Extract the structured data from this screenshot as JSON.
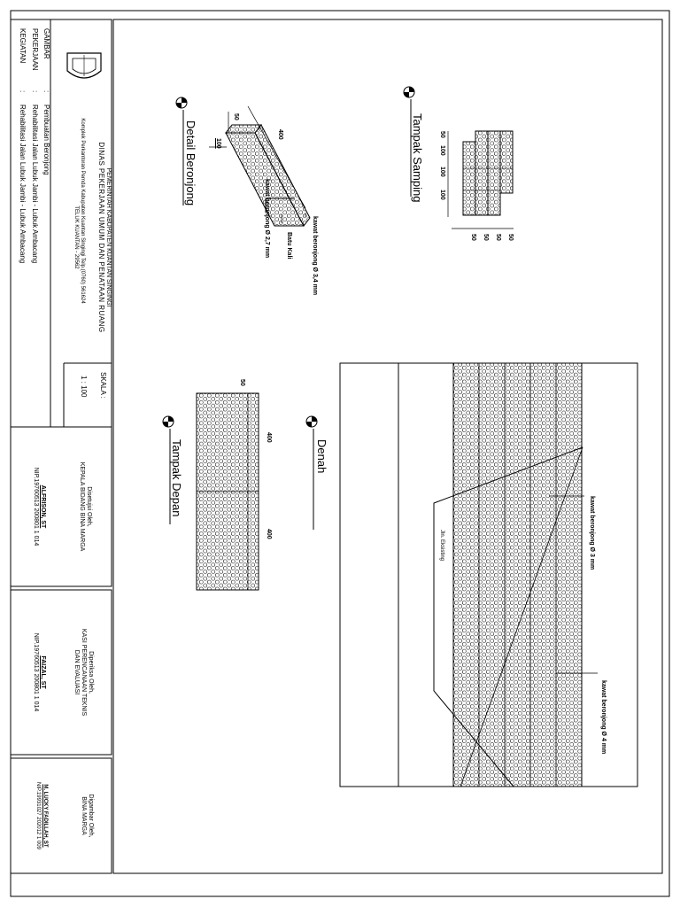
{
  "title_block": {
    "org_line1": "PEMERINTAH KABUPATEN KUANTAN SINGINGI",
    "org_line2": "DINAS PEKERJAAN UMUM DAN PENATAAN RUANG",
    "org_line3": "Komplek Perkantoran Pemda Kabupaten Kuantan Singingi Telp.(0760) 561624",
    "org_line4": "TELUK KUANTAN - 29562",
    "rows": [
      {
        "label": "GAMBAR",
        "sep": ":",
        "value": "Pembuatan Beronjong"
      },
      {
        "label": "PEKERJAAN",
        "sep": ":",
        "value": "Rehabilitasi Jalan Lubuk Jambi - Lubuk Ambacang"
      },
      {
        "label": "KEGIATAN",
        "sep": ":",
        "value": "Rehabilitasi Jalan Lubuk Jambi - Lubuk Ambacang"
      }
    ],
    "scale_label": "SKALA :",
    "scale_value": "1 : 100"
  },
  "signatures": [
    {
      "line1": "Disetujui Oleh,",
      "line2": "KEPALA BIDANG BINA MARGA",
      "line3": "",
      "name": "ALFRISON, ST",
      "nip": "NIP.19760513 200801 1 014"
    },
    {
      "line1": "Diperiksa Oleh,",
      "line2": "KASI PERENCANAAN TEKNIS",
      "line3": "DAN EVALUASI",
      "name": "FAIZAL, ST",
      "nip": "NIP.19760513 200801 1 014"
    },
    {
      "line1": "Digambar Oleh,",
      "line2": "BINA MARGA",
      "line3": "",
      "name": "M. LUCKY FADILLAH, ST",
      "nip": "NIP.19931027 202012 1 009"
    }
  ],
  "views": {
    "tampak_samping": {
      "title": "Tampak Samping",
      "widths": [
        "50",
        "100",
        "100",
        "100"
      ],
      "heights": [
        "50",
        "50",
        "50",
        "50"
      ]
    },
    "detail_beronjong": {
      "title": "Detail Beronjong",
      "dim_length": "400",
      "dim_height": "50",
      "dim_width": "100",
      "label_wire1": "kawat beronjong Ø 3,4 mm",
      "label_stone": "Batu Kali",
      "label_wire2": "kawat beronjong Ø 2,7 mm"
    },
    "tampak_depan": {
      "title": "Tampak Depan",
      "dim_height": "50",
      "dim_len1": "400",
      "dim_len2": "400"
    },
    "denah": {
      "title": "Denah",
      "road_label": "Jln. Eksisting",
      "label_wire_a": "kawat beronjong Ø 3 mm",
      "label_wire_b": "kawat beronjong Ø 4 mm"
    }
  }
}
